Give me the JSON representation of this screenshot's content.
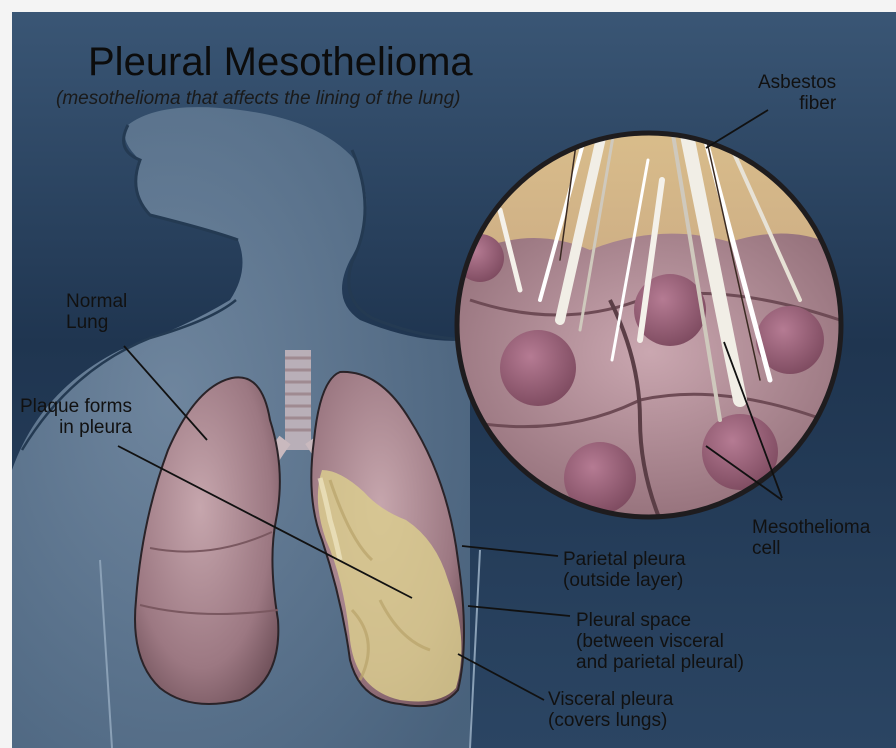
{
  "title": "Pleural Mesothelioma",
  "subtitle": "(mesothelioma that affects the lining of the lung)",
  "labels": {
    "normal_lung": [
      "Normal",
      "Lung"
    ],
    "plaque": [
      "Plaque forms",
      "in pleura"
    ],
    "asbestos": [
      "Asbestos",
      "fiber"
    ],
    "meso_cell": [
      "Mesothelioma",
      "cell"
    ],
    "parietal": [
      "Parietal pleura",
      "(outside layer)"
    ],
    "space": [
      "Pleural space",
      "(between visceral",
      "and parietal pleural)"
    ],
    "visceral": [
      "Visceral pleura",
      "(covers lungs)"
    ]
  },
  "colors": {
    "background": "#2e4866",
    "body": "#5f7892",
    "lung": "#a9868f",
    "plaque": "#d8c98a",
    "cell": "#9a5f78",
    "magnifier_top": "#d8b986"
  }
}
